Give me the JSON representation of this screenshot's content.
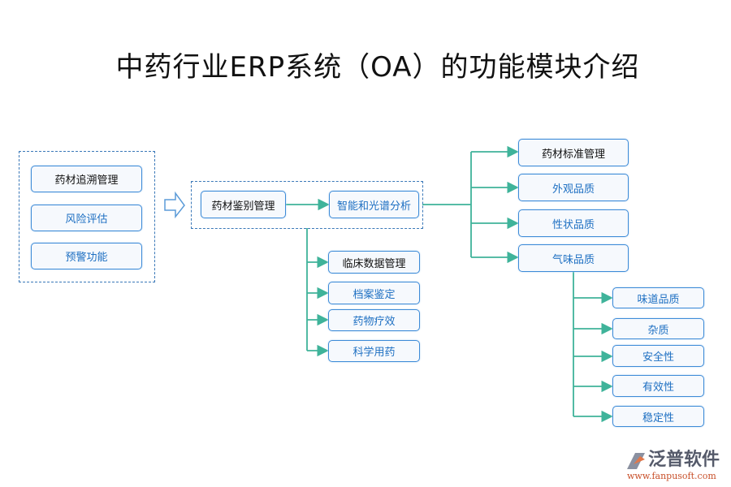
{
  "title": "中药行业ERP系统（OA）的功能模块介绍",
  "left_group": [
    "药材追溯管理",
    "风险评估",
    "预警功能"
  ],
  "center": {
    "main": "药材鉴别管理",
    "analysis": "智能和光谱分析"
  },
  "right_group": [
    "药材标准管理",
    "外观品质",
    "性状品质",
    "气味品质"
  ],
  "lower_group": [
    "临床数据管理",
    "档案鉴定",
    "药物疗效",
    "科学用药"
  ],
  "odor_group": [
    "味道品质",
    "杂质",
    "安全性",
    "有效性",
    "稳定性"
  ],
  "logo": {
    "name": "泛普软件",
    "url": "www.fanpusoft.com"
  },
  "colors": {
    "line": "#3fb39a",
    "border": "#3d8bd8",
    "text": "#1d6fc2"
  }
}
